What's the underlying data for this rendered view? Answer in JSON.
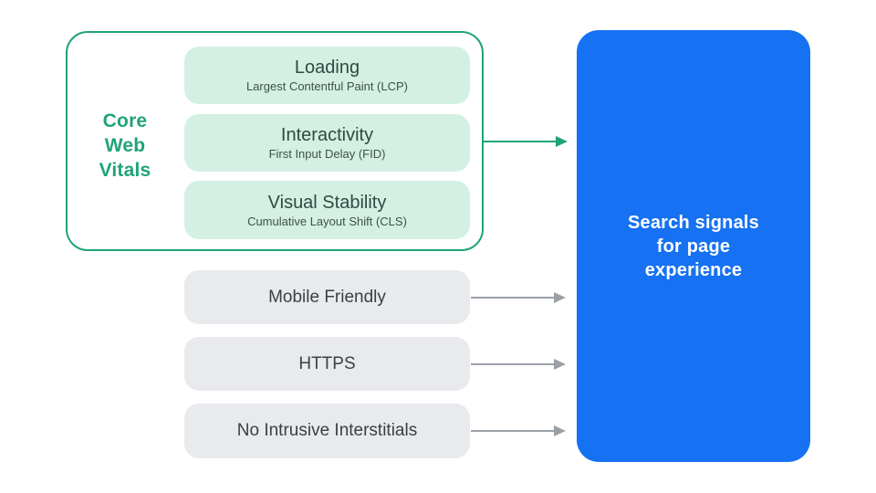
{
  "colors": {
    "green_accent": "#20a37a",
    "mint_fill": "#d3f0e2",
    "mint_title_text": "#2d4b43",
    "mint_subtitle_text": "#3f5149",
    "gray_fill": "#e8eaed",
    "gray_text": "#3c4043",
    "arrow_gray": "#9aa0a6",
    "blue_fill": "#1671f3",
    "result_text": "#ffffff",
    "background": "#ffffff"
  },
  "core_web_vitals": {
    "label_lines": [
      "Core",
      "Web",
      "Vitals"
    ],
    "items": [
      {
        "title": "Loading",
        "subtitle": "Largest Contentful Paint (LCP)"
      },
      {
        "title": "Interactivity",
        "subtitle": "First Input Delay (FID)"
      },
      {
        "title": "Visual Stability",
        "subtitle": "Cumulative Layout Shift (CLS)"
      }
    ]
  },
  "other_signals": [
    {
      "label": "Mobile Friendly"
    },
    {
      "label": "HTTPS"
    },
    {
      "label": "No Intrusive Interstitials"
    }
  ],
  "result": {
    "lines": [
      "Search signals",
      "for page",
      "experience"
    ]
  }
}
